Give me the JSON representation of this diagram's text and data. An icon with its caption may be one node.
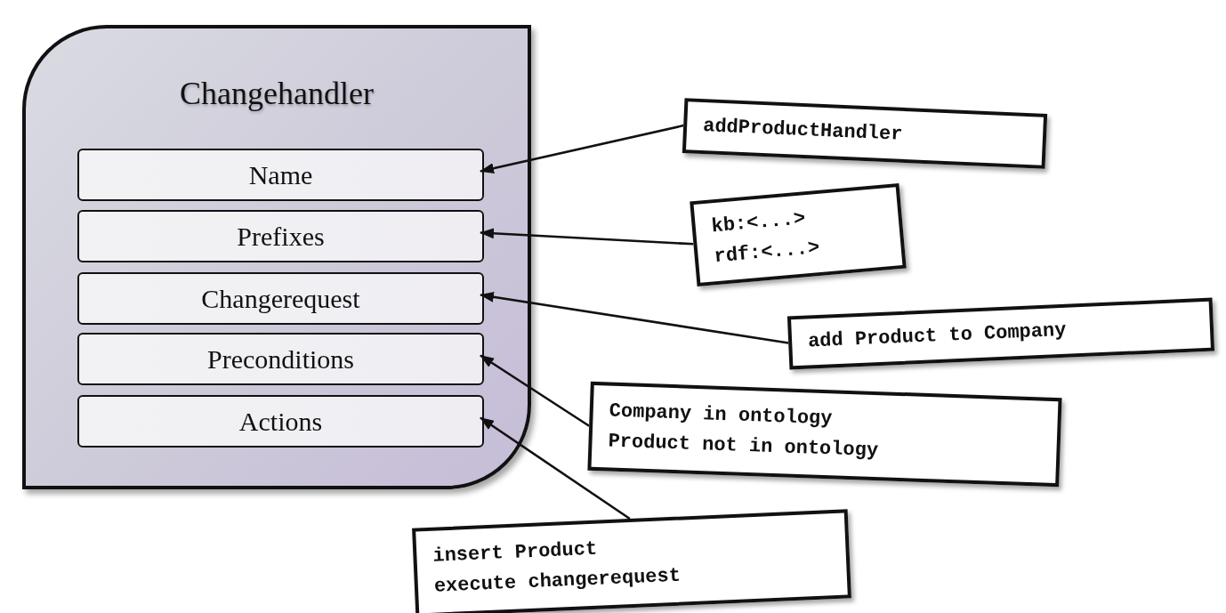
{
  "diagram": {
    "nodes": [
      {
        "text": [
          "Changehandler"
        ]
      },
      {
        "text": [
          "Name"
        ],
        "in": 0
      },
      {
        "text": [
          "Prefixes"
        ],
        "in": 0
      },
      {
        "text": [
          "Changerequest"
        ],
        "in": 0
      },
      {
        "text": [
          "Preconditions"
        ],
        "in": 0
      },
      {
        "text": [
          "Actions"
        ],
        "in": 0
      },
      {
        "text": [
          "addProductHandler"
        ]
      },
      {
        "text": [
          "kb:<...>",
          "rdf:<...>"
        ]
      },
      {
        "text": [
          "add Product to Company"
        ]
      },
      {
        "text": [
          "Company in ontology",
          "Product not in ontology"
        ]
      },
      {
        "text": [
          "insert Product",
          "execute changerequest"
        ]
      }
    ],
    "edges": [
      {
        "from": 6,
        "to": 1,
        "arrow": "to"
      },
      {
        "from": 7,
        "to": 2,
        "arrow": "to"
      },
      {
        "from": 8,
        "to": 3,
        "arrow": "to"
      },
      {
        "from": 9,
        "to": 4,
        "arrow": "to"
      },
      {
        "from": 10,
        "to": 5,
        "arrow": "to"
      }
    ]
  }
}
